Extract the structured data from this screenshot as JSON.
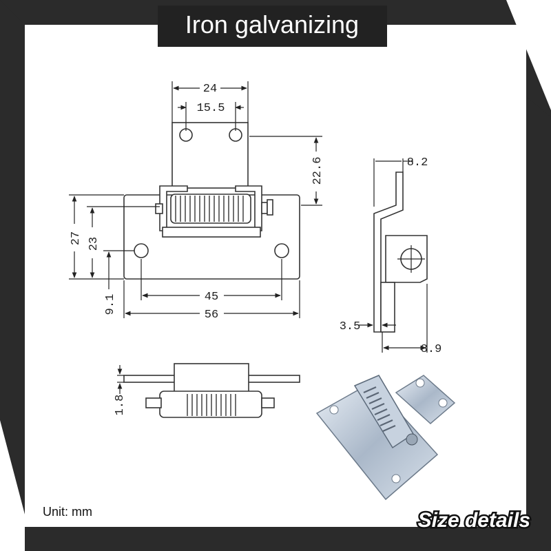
{
  "header": {
    "title": "Iron galvanizing"
  },
  "footer": {
    "unit_label": "Unit:  mm",
    "section_label": "Size details"
  },
  "dimensions": {
    "top_width": "24",
    "hole_spacing_top": "15.5",
    "top_height": "22.6",
    "overall_height": "27",
    "inner_height": "23",
    "hole_offset": "9.1",
    "hole_spacing_bottom": "45",
    "base_width": "56",
    "side_top": "8.2",
    "side_thickness": "3.5",
    "side_bottom": "8.9",
    "plate_thickness": "1.8"
  },
  "colors": {
    "frame": "#2b2b2b",
    "panel": "#ffffff",
    "line": "#222222",
    "metal": "#b9c6d6"
  }
}
